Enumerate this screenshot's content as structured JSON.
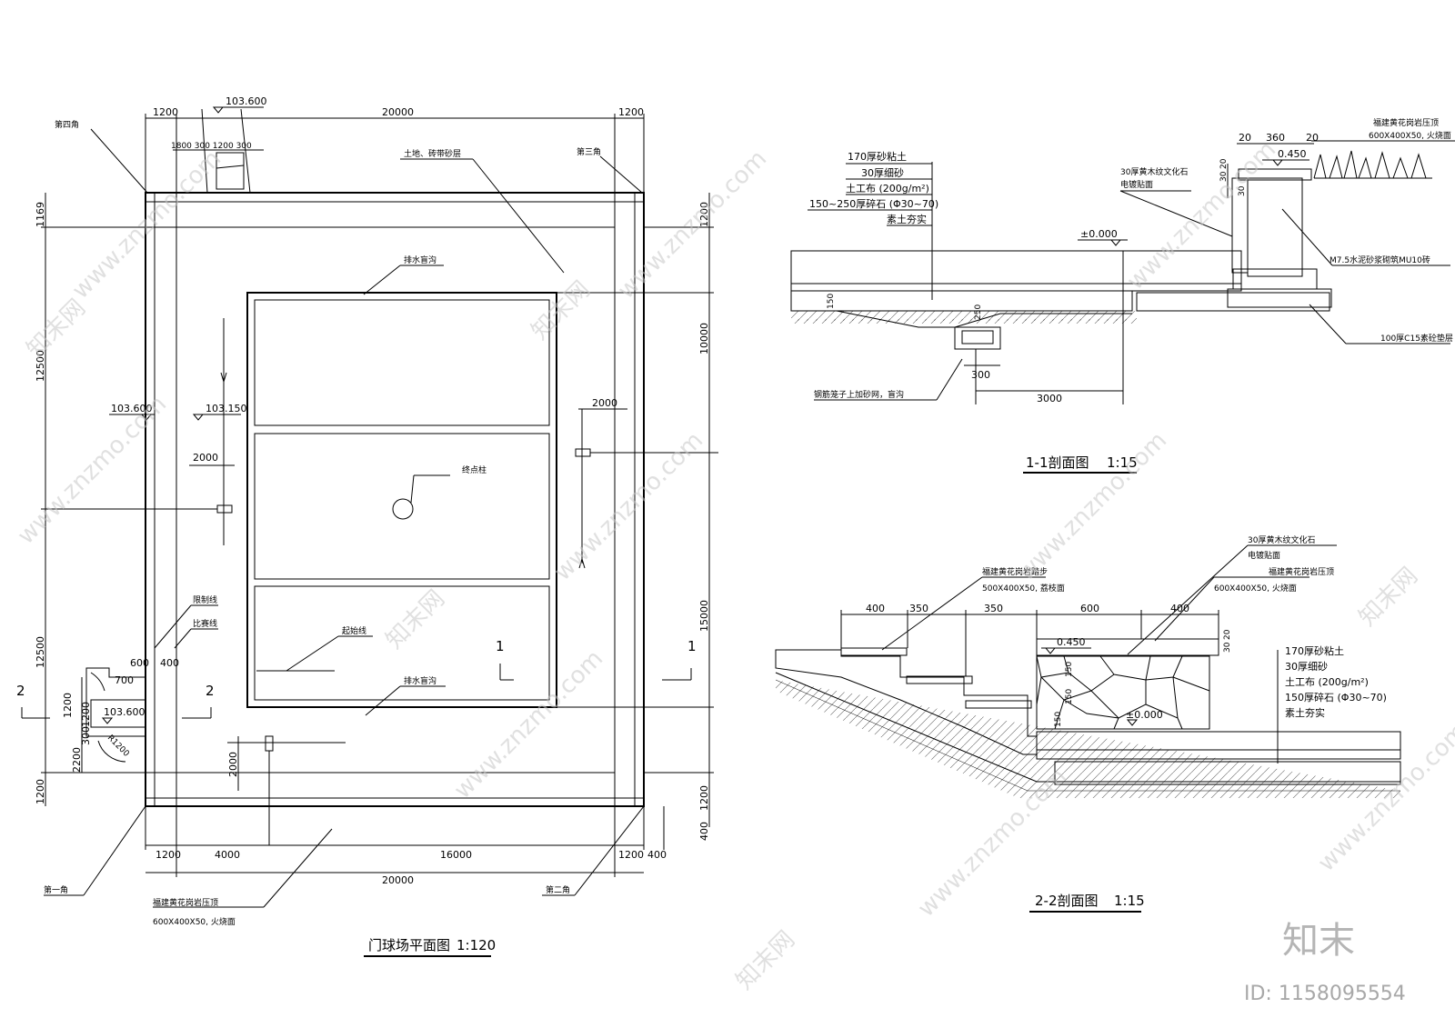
{
  "plan": {
    "title": "门球场平面图",
    "scale": "1:120",
    "dims_top": [
      "1200",
      "20000",
      "1200"
    ],
    "dims_top_small": "1800 300 1200 300",
    "dims_bottom_a": [
      "1200",
      "4000",
      "16000",
      "1200",
      "400"
    ],
    "dims_bottom_b": "20000",
    "dims_left": [
      "1169",
      "12500",
      "12500",
      "1200",
      "2200",
      "1200"
    ],
    "dims_right": [
      "1200",
      "10000",
      "15000",
      "1200",
      "400"
    ],
    "dims_inner": [
      "2000",
      "2000",
      "2000",
      "600",
      "400",
      "700",
      "1200",
      "300"
    ],
    "radius": "R1200",
    "levels": [
      "103.600",
      "103.600",
      "103.150",
      "103.600"
    ],
    "corners": [
      "第四角",
      "第三角",
      "第一角",
      "第二角"
    ],
    "labels": {
      "surface": "土地、砖带砂层",
      "drain_top": "排水盲沟",
      "drain_bottom": "排水盲沟",
      "center_post": "终点柱",
      "start_line": "起始线",
      "limit_line": "限制线",
      "match_line": "比赛线",
      "edge_stone": "福建黄花岗岩压顶",
      "edge_stone_size": "600X400X50, 火烧面"
    },
    "section_marks": [
      "1",
      "1",
      "2",
      "2"
    ]
  },
  "section1": {
    "title": "1-1剖面图",
    "scale": "1:15",
    "layers": [
      "170厚砂粘土",
      "30厚细砂",
      "土工布 (200g/m²)",
      "150~250厚碎石 (Φ30~70)",
      "素土夯实"
    ],
    "level": "±0.000",
    "level_top": "0.450",
    "dims": [
      "20",
      "360",
      "20",
      "30",
      "20",
      "30",
      "150",
      "250",
      "300",
      "3000"
    ],
    "right_labels": [
      "福建黄花岗岩压顶",
      "600X400X50, 火烧面",
      "30厚黄木纹文化石",
      "电镀贴面",
      "M7.5水泥砂浆砌筑MU10砖",
      "100厚C15素砼垫层"
    ],
    "drain_label": "钢筋笼子上加砂网，盲沟"
  },
  "section2": {
    "title": "2-2剖面图",
    "scale": "1:15",
    "dims": [
      "400",
      "350",
      "350",
      "600",
      "400",
      "30",
      "20",
      "150",
      "150",
      "150"
    ],
    "level_top": "0.450",
    "level": "±0.000",
    "labels": [
      "30厚黄木纹文化石",
      "电镀贴面",
      "福建黄花岗岩踏步",
      "500X400X50, 荔枝面",
      "福建黄花岗岩压顶",
      "600X400X50, 火烧面"
    ],
    "layers": [
      "170厚砂粘土",
      "30厚细砂",
      "土工布 (200g/m²)",
      "150厚碎石 (Φ30~70)",
      "素土夯实"
    ]
  },
  "watermark": {
    "site": "www.znzmo.com",
    "brand_cn": "知末网",
    "brand_big": "知末",
    "id": "ID: 1158095554"
  }
}
